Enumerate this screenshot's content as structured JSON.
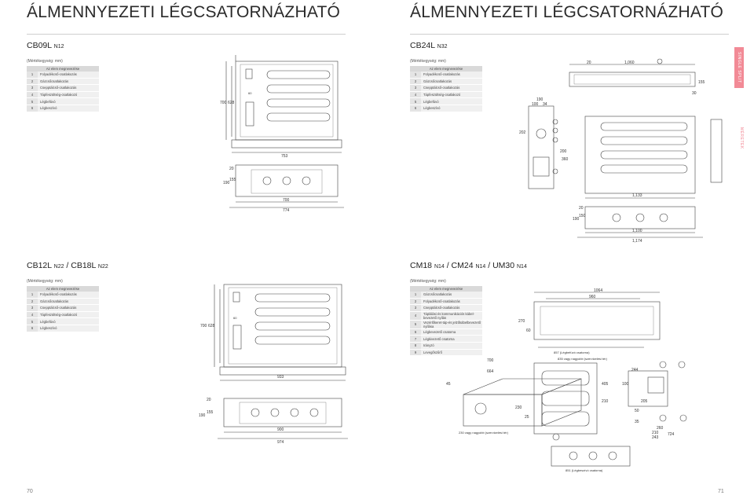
{
  "page": {
    "title_left": "ÁLMENNYEZETI LÉGCSATORNÁZHATÓ",
    "title_right": "ÁLMENNYEZETI LÉGCSATORNÁZHATÓ",
    "page_left": "70",
    "page_right": "71",
    "side_tab": "SINGLE SPLIT",
    "side_tab_sub": "MÉRETEK"
  },
  "sections": {
    "cb09": {
      "title": "CB09L",
      "suffix": "N12",
      "unit": "(Mértékegység: mm)",
      "legend_header": "Az elem megnevezése",
      "items": [
        {
          "n": "1",
          "label": "Folyadékcső-csatlakozás"
        },
        {
          "n": "2",
          "label": "Gázcsőcsatlakozás"
        },
        {
          "n": "3",
          "label": "Csepptálcső-csatlakozás"
        },
        {
          "n": "4",
          "label": "Tápfeszültség-csatlakozó"
        },
        {
          "n": "5",
          "label": "Légbefúvó"
        },
        {
          "n": "6",
          "label": "Légbeszívó"
        }
      ],
      "dims": [
        "700",
        "628",
        "753",
        "190",
        "155",
        "20",
        "700",
        "774",
        "60"
      ]
    },
    "cb24": {
      "title": "CB24L",
      "suffix": "N32",
      "unit": "(Mértékegység: mm)",
      "legend_header": "Az elem megnevezése",
      "items": [
        {
          "n": "1",
          "label": "Folyadékcső-csatlakozás"
        },
        {
          "n": "2",
          "label": "Gázcsőcsatlakozás"
        },
        {
          "n": "3",
          "label": "Csepptálcső-csatlakozás"
        },
        {
          "n": "4",
          "label": "Tápfeszültség-csatlakozó"
        },
        {
          "n": "5",
          "label": "Légbefúvó"
        },
        {
          "n": "6",
          "label": "Légbeszívó"
        }
      ],
      "dims": [
        "1,060",
        "20",
        "155",
        "30",
        "190",
        "100",
        "34",
        "1,133",
        "1,100",
        "1,174",
        "190",
        "150",
        "20",
        "202",
        "200",
        "360"
      ]
    },
    "cb12": {
      "title": "CB12L",
      "suffix1": "N22",
      "sep": "/ CB18L",
      "suffix2": "N22",
      "unit": "(Mértékegység: mm)",
      "legend_header": "Az elem megnevezése",
      "items": [
        {
          "n": "1",
          "label": "Folyadékcső-csatlakozás"
        },
        {
          "n": "2",
          "label": "Gázcsőcsatlakozás"
        },
        {
          "n": "3",
          "label": "Csepptálcső-csatlakozás"
        },
        {
          "n": "4",
          "label": "Tápfeszültség-csatlakozó"
        },
        {
          "n": "5",
          "label": "Légbefúvó"
        },
        {
          "n": "6",
          "label": "Légbeszívó"
        }
      ],
      "dims": [
        "700",
        "628",
        "933",
        "190",
        "155",
        "20",
        "900",
        "974",
        "60"
      ]
    },
    "cm18": {
      "title": "CM18",
      "s1": "N14",
      "t2": "/ CM24",
      "s2": "N14",
      "t3": "/ UM30",
      "s3": "N14",
      "unit": "(Mértékegység: mm)",
      "legend_header": "Az elem megnevezése",
      "items": [
        {
          "n": "1",
          "label": "Gázcsőcsatlakozás"
        },
        {
          "n": "2",
          "label": "Folyadékcső-csatlakozás"
        },
        {
          "n": "3",
          "label": "Csepptálcső-csatlakozás"
        },
        {
          "n": "4",
          "label": "Táplálási és kommunikációs kábel-bevezető nyílás"
        },
        {
          "n": "5",
          "label": "Vezérlőkeret-táp-és jelzőkábelbevezető nyílása"
        },
        {
          "n": "6",
          "label": "Légbevezető csatorna"
        },
        {
          "n": "7",
          "label": "Légkivezető csatorna"
        },
        {
          "n": "8",
          "label": "Irányzó"
        },
        {
          "n": "9",
          "label": "Levegőszűrő"
        }
      ],
      "dims": [
        "1064",
        "960",
        "270",
        "60",
        "700",
        "664",
        "230",
        "210",
        "25",
        "405",
        "100",
        "45",
        "244",
        "50",
        "205",
        "35",
        "260",
        "210",
        "243",
        "724",
        "835 vagy nagyobb (szervizelési tér)",
        "230 vagy nagyobb (szervizelési tér)",
        "857 (Légbefúvó csatorna)",
        "851 (Légbeszívó csatorna)"
      ]
    }
  }
}
